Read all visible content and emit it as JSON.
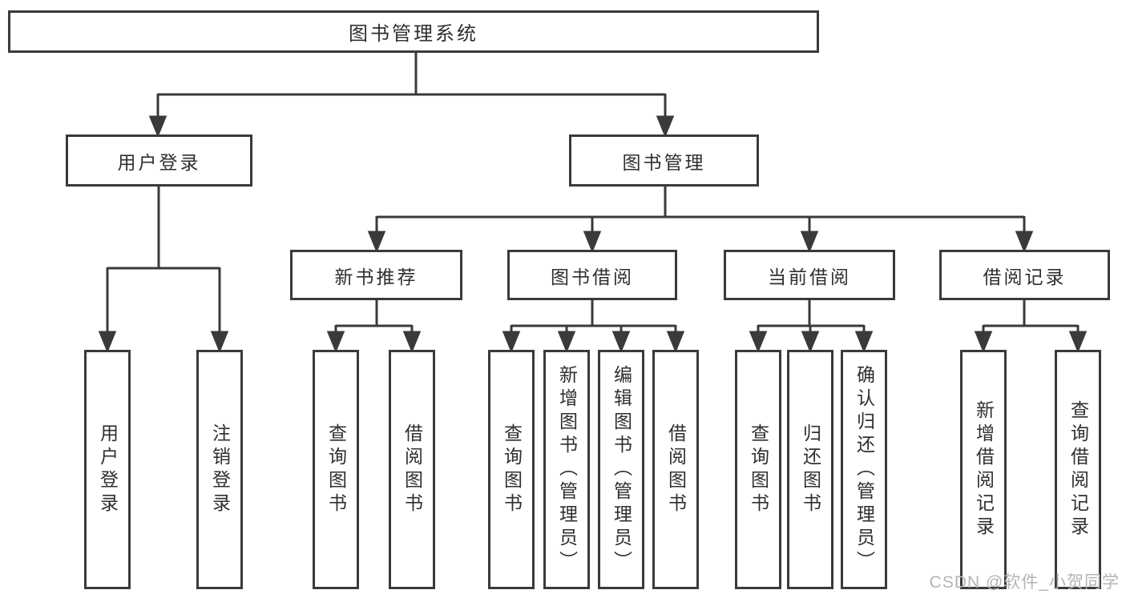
{
  "diagram": {
    "root": {
      "label": "图书管理系统"
    },
    "level1": [
      {
        "label": "用户登录",
        "children": [
          {
            "label": "用户登录"
          },
          {
            "label": "注销登录"
          }
        ]
      },
      {
        "label": "图书管理",
        "groups": [
          {
            "label": "新书推荐",
            "children": [
              {
                "label": "查询图书"
              },
              {
                "label": "借阅图书"
              }
            ]
          },
          {
            "label": "图书借阅",
            "children": [
              {
                "label": "查询图书"
              },
              {
                "label": "新增图书（管理员）"
              },
              {
                "label": "编辑图书（管理员）"
              },
              {
                "label": "借阅图书"
              }
            ]
          },
          {
            "label": "当前借阅",
            "children": [
              {
                "label": "查询图书"
              },
              {
                "label": "归还图书"
              },
              {
                "label": "确认归还（管理员）"
              }
            ]
          },
          {
            "label": "借阅记录",
            "children": [
              {
                "label": "新增借阅记录"
              },
              {
                "label": "查询借阅记录"
              }
            ]
          }
        ]
      }
    ]
  },
  "watermark": {
    "text": "CSDN @软件_小贺同学"
  },
  "colors": {
    "line": "#3a3a3a",
    "text": "#2f2f2f",
    "box_background": "#ffffff",
    "page_background": "#ffffff",
    "watermark": "#b4b4b4"
  }
}
